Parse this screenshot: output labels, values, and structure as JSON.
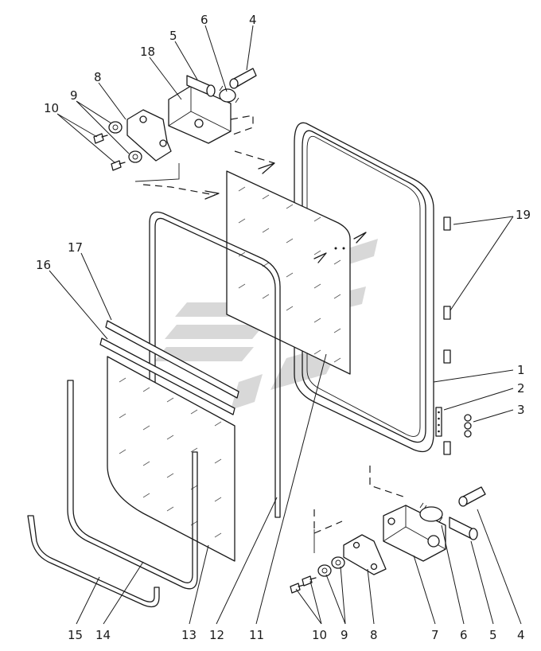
{
  "callouts": {
    "top": [
      "6",
      "4",
      "5",
      "18",
      "8",
      "9",
      "10",
      "19"
    ],
    "right": [
      "1",
      "2",
      "3"
    ],
    "left": [
      "17",
      "16"
    ],
    "bottom": [
      "15",
      "14",
      "13",
      "12",
      "11",
      "10",
      "9",
      "8",
      "7",
      "6",
      "5",
      "4"
    ]
  },
  "colors": {
    "line": "#1a1a1a",
    "watermark": "#b8b8b8"
  },
  "icons": {
    "watermark": "stylized-logo-watermark"
  }
}
